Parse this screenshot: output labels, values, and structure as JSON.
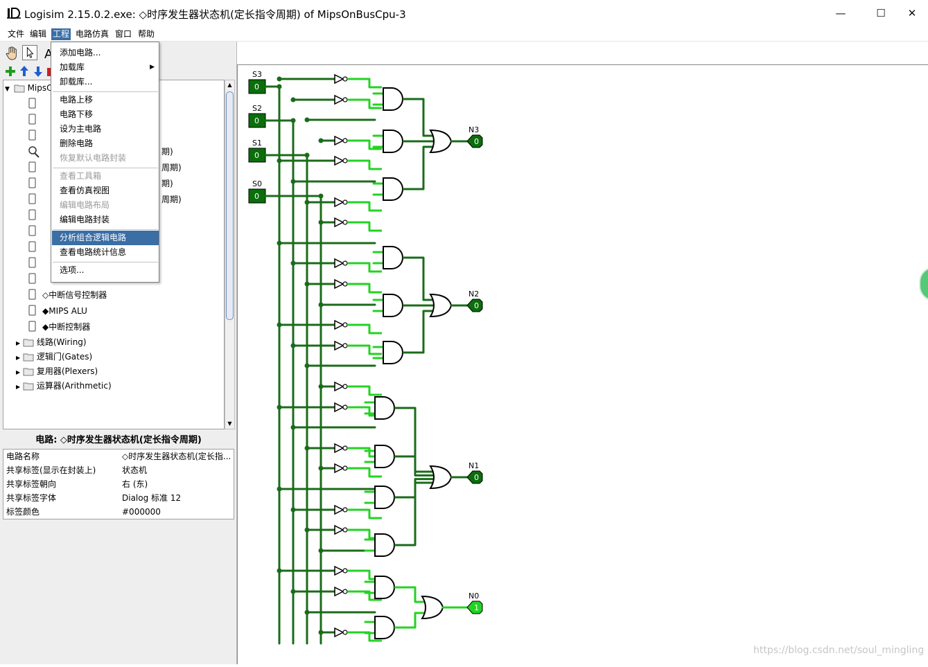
{
  "window": {
    "title": "Logisim 2.15.0.2.exe: ◇时序发生器状态机(定长指令周期) of MipsOnBusCpu-3",
    "minimize": "—",
    "maximize": "☐",
    "close": "✕"
  },
  "menubar": [
    "文件",
    "编辑",
    "工程",
    "电路仿真",
    "窗口",
    "帮助"
  ],
  "dropdown": {
    "items": [
      {
        "label": "添加电路...",
        "enabled": true
      },
      {
        "label": "加载库",
        "enabled": true,
        "submenu": true
      },
      {
        "label": "卸载库...",
        "enabled": true
      },
      {
        "label": "电路上移",
        "enabled": true
      },
      {
        "label": "电路下移",
        "enabled": true
      },
      {
        "label": "设为主电路",
        "enabled": true
      },
      {
        "label": "删除电路",
        "enabled": true
      },
      {
        "label": "恢复默认电路封装",
        "enabled": false
      },
      {
        "label": "查看工具箱",
        "enabled": false
      },
      {
        "label": "查看仿真视图",
        "enabled": true
      },
      {
        "label": "编辑电路布局",
        "enabled": false
      },
      {
        "label": "编辑电路封装",
        "enabled": true
      },
      {
        "label": "分析组合逻辑电路",
        "enabled": true,
        "highlight": true
      },
      {
        "label": "查看电路统计信息",
        "enabled": true
      },
      {
        "label": "选项...",
        "enabled": true
      }
    ]
  },
  "tree": {
    "root": "MipsO",
    "hidden_suffixes": [
      "期)",
      "周期)",
      "期)",
      "周期)"
    ],
    "visible_items": [
      "◇中断信号控制器",
      "◆MIPS ALU",
      "◆中断控制器"
    ],
    "folders": [
      "线路(Wiring)",
      "逻辑门(Gates)",
      "复用器(Plexers)",
      "运算器(Arithmetic)"
    ]
  },
  "properties": {
    "header": "电路: ◇时序发生器状态机(定长指令周期)",
    "rows": [
      {
        "key": "电路名称",
        "value": "◇时序发生器状态机(定长指..."
      },
      {
        "key": "共享标签(显示在封装上)",
        "value": "状态机"
      },
      {
        "key": "共享标签朝向",
        "value": "右 (东)"
      },
      {
        "key": "共享标签字体",
        "value": "Dialog 标准 12"
      },
      {
        "key": "标签颜色",
        "value": "#000000"
      }
    ]
  },
  "circuit": {
    "inputs": [
      {
        "name": "S3",
        "value": "0"
      },
      {
        "name": "S2",
        "value": "0"
      },
      {
        "name": "S1",
        "value": "0"
      },
      {
        "name": "S0",
        "value": "0"
      }
    ],
    "outputs": [
      {
        "name": "N3",
        "value": "0"
      },
      {
        "name": "N2",
        "value": "0"
      },
      {
        "name": "N1",
        "value": "0"
      },
      {
        "name": "N0",
        "value": "1"
      }
    ],
    "colors": {
      "wire_low": "#1a6b1a",
      "wire_high": "#22d322",
      "pin_low": "#0b6e0b",
      "pin_high": "#22d322"
    }
  },
  "watermark": "https://blog.csdn.net/soul_mingling"
}
